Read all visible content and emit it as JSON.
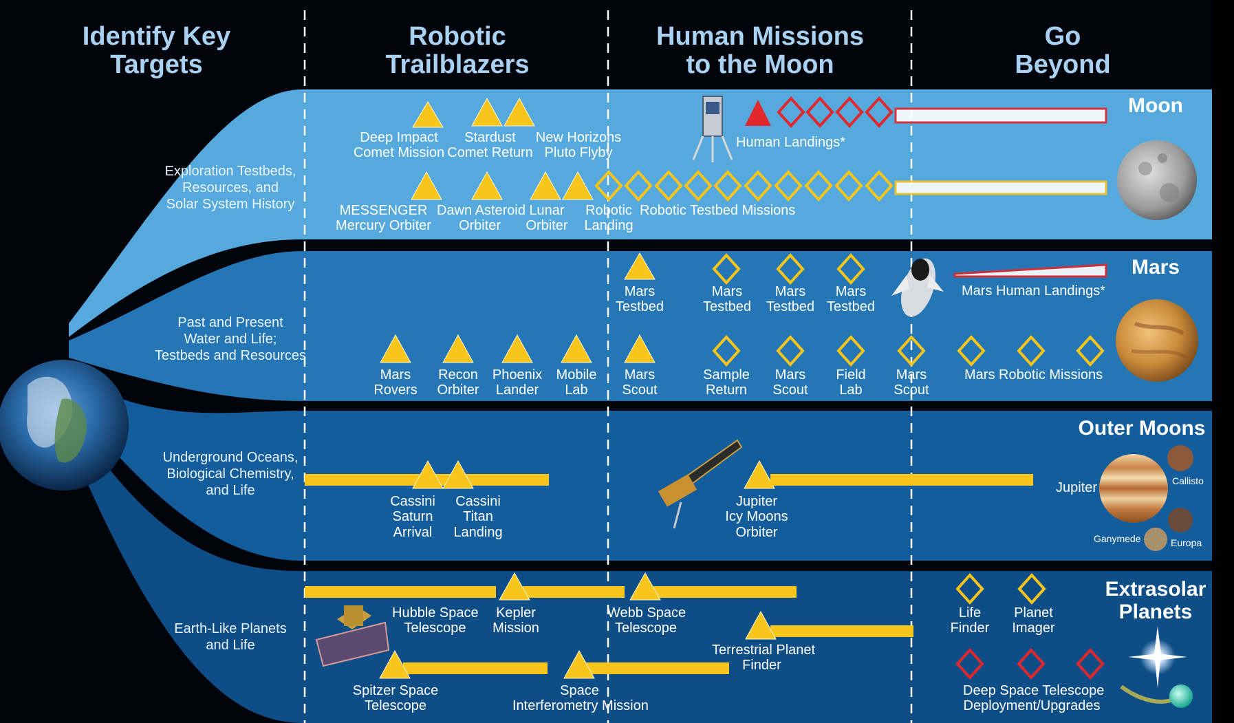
{
  "phases": [
    {
      "label_line1": "Identify Key",
      "label_line2": "Targets"
    },
    {
      "label_line1": "Robotic",
      "label_line2": "Trailblazers"
    },
    {
      "label_line1": "Human Missions",
      "label_line2": "to the Moon"
    },
    {
      "label_line1": "Go",
      "label_line2": "Beyond"
    }
  ],
  "categories": {
    "moon": [
      "Exploration Testbeds,",
      "Resources, and",
      "Solar System History"
    ],
    "mars": [
      "Past and Present",
      "Water and Life;",
      "Testbeds and Resources"
    ],
    "outer": [
      "Underground Oceans,",
      "Biological Chemistry,",
      "and Life"
    ],
    "extrasolar": [
      "Earth-Like Planets",
      "and Life"
    ]
  },
  "destinations": {
    "moon": "Moon",
    "mars": "Mars",
    "outer_moons": "Outer Moons",
    "extrasolar_line1": "Extrasolar",
    "extrasolar_line2": "Planets"
  },
  "moons_of_jupiter": {
    "jupiter": "Jupiter",
    "callisto": "Callisto",
    "ganymede": "Ganymede",
    "europa": "Europa"
  },
  "mission_labels": {
    "deep_impact": [
      "Deep Impact",
      "Comet Mission"
    ],
    "stardust": [
      "Stardust",
      "Comet Return"
    ],
    "new_horizons": [
      "New Horizons",
      "Pluto Flyby"
    ],
    "human_landings": "Human Landings*",
    "messenger": [
      "MESSENGER",
      "Mercury Orbiter"
    ],
    "dawn": [
      "Dawn Asteroid",
      "Orbiter"
    ],
    "lunar_orbiter": [
      "Lunar",
      "Orbiter"
    ],
    "robotic_landing": [
      "Robotic",
      "Landing"
    ],
    "robotic_testbed": "Robotic Testbed Missions",
    "mars_testbed": [
      "Mars",
      "Testbed"
    ],
    "mars_human_landings": "Mars Human Landings*",
    "mars_rovers": [
      "Mars",
      "Rovers"
    ],
    "recon_orbiter": [
      "Recon",
      "Orbiter"
    ],
    "phoenix": [
      "Phoenix",
      "Lander"
    ],
    "mobile_lab": [
      "Mobile",
      "Lab"
    ],
    "mars_scout": [
      "Mars",
      "Scout"
    ],
    "sample_return": [
      "Sample",
      "Return"
    ],
    "field_lab": [
      "Field",
      "Lab"
    ],
    "mars_robotic": "Mars Robotic Missions",
    "cassini_saturn": [
      "Cassini",
      "Saturn",
      "Arrival"
    ],
    "cassini_titan": [
      "Cassini",
      "Titan",
      "Landing"
    ],
    "jimo": [
      "Jupiter",
      "Icy Moons",
      "Orbiter"
    ],
    "hubble": [
      "Hubble Space",
      "Telescope"
    ],
    "kepler": [
      "Kepler",
      "Mission"
    ],
    "webb": [
      "Webb Space",
      "Telescope"
    ],
    "tpf": [
      "Terrestrial Planet",
      "Finder"
    ],
    "life_finder": [
      "Life",
      "Finder"
    ],
    "planet_imager": [
      "Planet",
      "Imager"
    ],
    "spitzer": [
      "Spitzer Space",
      "Telescope"
    ],
    "sim": [
      "Space",
      "Interferometry Mission"
    ],
    "deep_space_telescope": [
      "Deep Space Telescope",
      "Deployment/Upgrades"
    ]
  },
  "colors": {
    "band_moon": "#56a9dc",
    "band_mars": "#2476b5",
    "band_outer": "#145d9c",
    "band_extrasolar": "#0f4d87",
    "mission_yellow": "#f7c51b",
    "human_red": "#e0282c",
    "phase_text": "#a9d2f2"
  },
  "icons": [
    "triangle-marker-icon",
    "diamond-marker-icon",
    "lander-icon",
    "spacecraft-icon",
    "telescope-icon",
    "earth-icon",
    "moon-icon",
    "mars-icon",
    "jupiter-icon",
    "star-icon"
  ]
}
